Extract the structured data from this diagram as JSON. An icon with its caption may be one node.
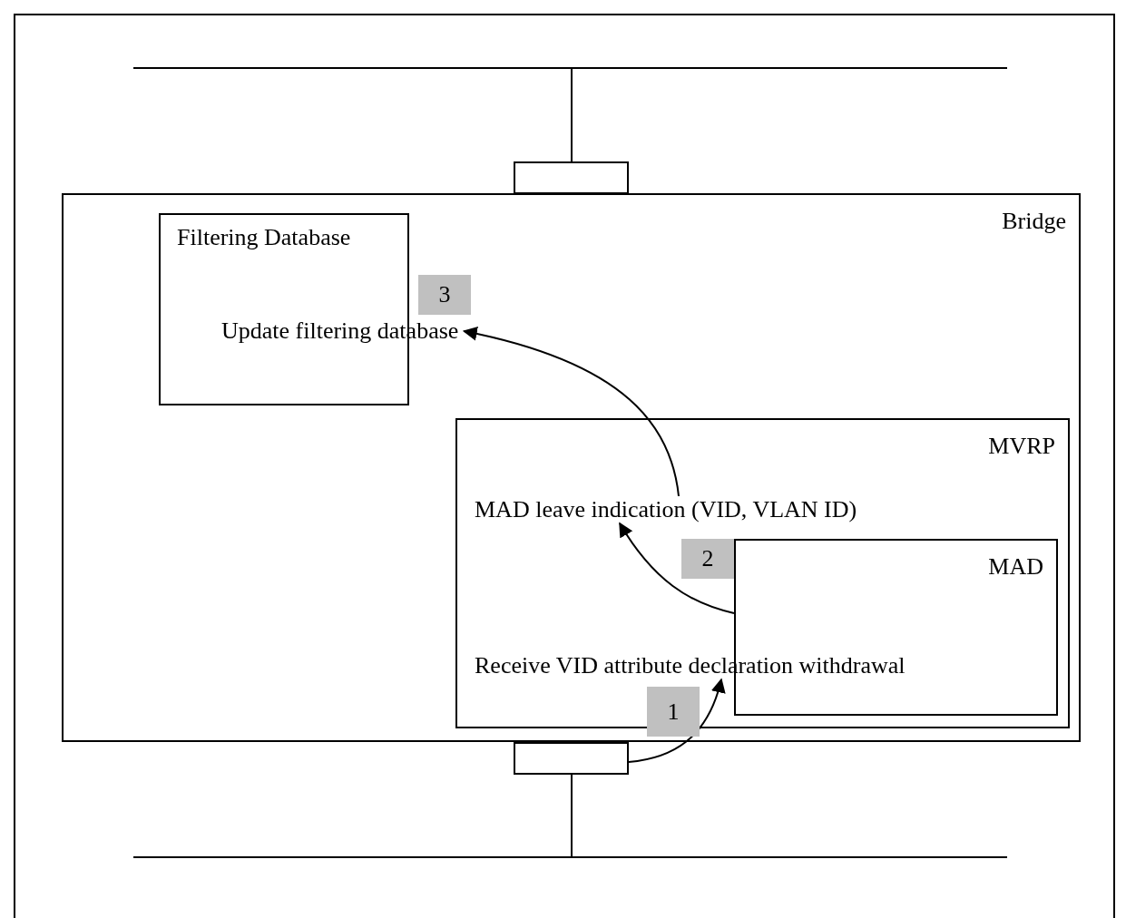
{
  "diagram": {
    "nodes": [
      {
        "text": [],
        "shape": "bar"
      },
      {
        "text": [],
        "shape": "box"
      },
      {
        "text": [
          "Bridge"
        ]
      },
      {
        "text": [
          "Filtering Database"
        ],
        "in": 2
      },
      {
        "text": [
          "3"
        ],
        "in": 2
      },
      {
        "text": [
          "Update filtering database"
        ],
        "in": 2
      },
      {
        "text": [
          "MVRP"
        ],
        "in": 2
      },
      {
        "text": [
          "MAD leave indication (VID, VLAN ID)"
        ],
        "in": 6
      },
      {
        "text": [
          "2"
        ],
        "in": 6
      },
      {
        "text": [
          "MAD"
        ],
        "in": 6
      },
      {
        "text": [
          "Receive VID attribute declaration withdrawal"
        ],
        "in": 6
      },
      {
        "text": [
          "1"
        ],
        "in": 2
      },
      {
        "text": [],
        "shape": "box"
      },
      {
        "text": [],
        "shape": "bar"
      }
    ],
    "edges": [
      {
        "from": 0,
        "to": 1,
        "arrow": "none"
      },
      {
        "from": 12,
        "to": 13,
        "arrow": "none"
      },
      {
        "from": 12,
        "to": 10,
        "arrow": "to"
      },
      {
        "from": 9,
        "to": 7,
        "arrow": "to"
      },
      {
        "from": 7,
        "to": 5,
        "arrow": "to"
      }
    ]
  }
}
